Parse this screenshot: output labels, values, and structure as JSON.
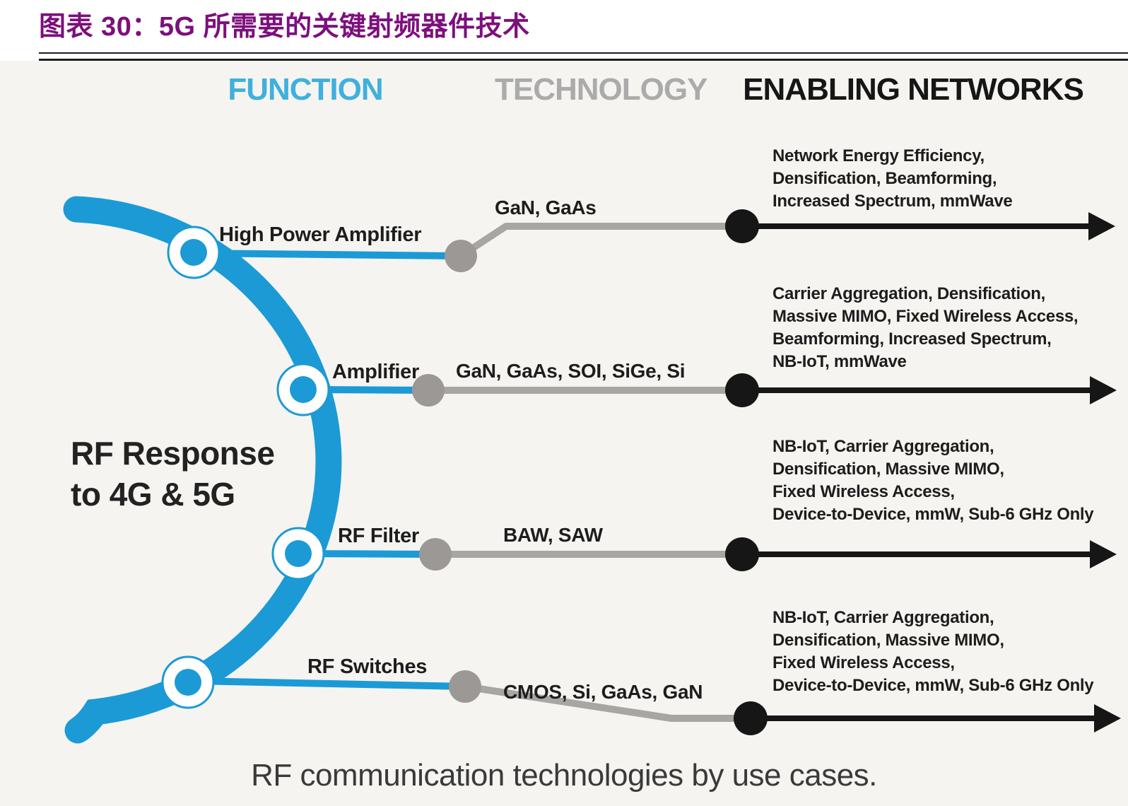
{
  "figure": {
    "title": "图表 30：5G 所需要的关键射频器件技术",
    "caption": "RF communication technologies by use cases."
  },
  "headers": {
    "function": "FUNCTION",
    "technology": "TECHNOLOGY",
    "enabling_networks": "ENABLING NETWORKS"
  },
  "center_label": {
    "line1": "RF Response",
    "line2": "to 4G & 5G"
  },
  "rows": [
    {
      "function": "High Power Amplifier",
      "technology": "GaN, GaAs",
      "enabling_networks_lines": [
        "Network Energy Efficiency,",
        "Densification, Beamforming,",
        "Increased Spectrum, mmWave"
      ]
    },
    {
      "function": "Amplifier",
      "technology": "GaN, GaAs, SOI, SiGe, Si",
      "enabling_networks_lines": [
        "Carrier Aggregation, Densification,",
        "Massive MIMO, Fixed Wireless Access,",
        "Beamforming, Increased Spectrum,",
        "NB-IoT, mmWave"
      ]
    },
    {
      "function": "RF Filter",
      "technology": "BAW, SAW",
      "enabling_networks_lines": [
        "NB-IoT, Carrier Aggregation,",
        "Densification, Massive MIMO,",
        "Fixed Wireless Access,",
        "Device-to-Device, mmW, Sub-6 GHz Only"
      ]
    },
    {
      "function": "RF Switches",
      "technology": "CMOS, Si, GaAs, GaN",
      "enabling_networks_lines": [
        "NB-IoT, Carrier Aggregation,",
        "Densification, Massive MIMO,",
        "Fixed Wireless Access,",
        "Device-to-Device, mmW, Sub-6 GHz Only"
      ]
    }
  ],
  "colors": {
    "accent_blue": "#1b9ad6",
    "function_header_blue": "#3fb0dd",
    "technology_header_gray": "#ababab",
    "connector_gray": "#a8a6a3",
    "node_gray": "#9b9896",
    "ink_black": "#161616",
    "label_black": "#1d1d1d",
    "title_purple": "#7d0f7d",
    "diagram_bg": "#f5f4f1",
    "caption_gray": "#3a3a3a"
  }
}
